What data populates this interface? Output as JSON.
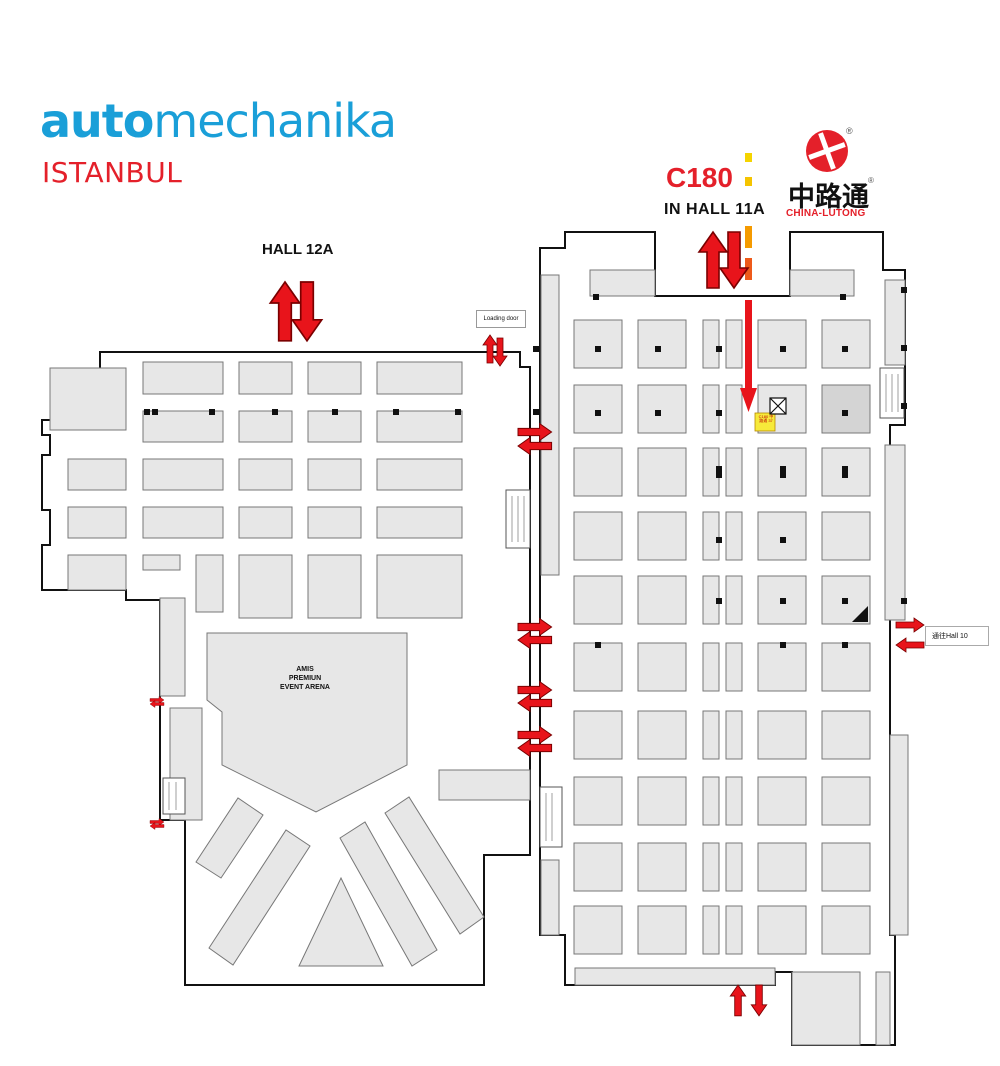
{
  "event": {
    "logo_bold": "auto",
    "logo_light": "mechanika",
    "city": "ISTANBUL"
  },
  "booth": {
    "number": "C180",
    "hall_text": "IN HALL 11A",
    "label_small": "C180 中路通 37"
  },
  "brand": {
    "name_cn": "中路通",
    "registered": "®",
    "name_en": "CHINA-LUTONG",
    "colors": {
      "red": "#e4202a",
      "blue": "#1a9fd8"
    }
  },
  "map": {
    "hall_12a_label": "HALL 12A",
    "loading_door": "Loading door",
    "to_hall_10": "通往Hall 10",
    "arena": [
      "AMIS",
      "PREMIUN",
      "EVENT ARENA"
    ],
    "arrow_color": "#e8141b",
    "route_colors": [
      "#f5d400",
      "#f59a00",
      "#ee5a1a",
      "#e8141b"
    ]
  }
}
